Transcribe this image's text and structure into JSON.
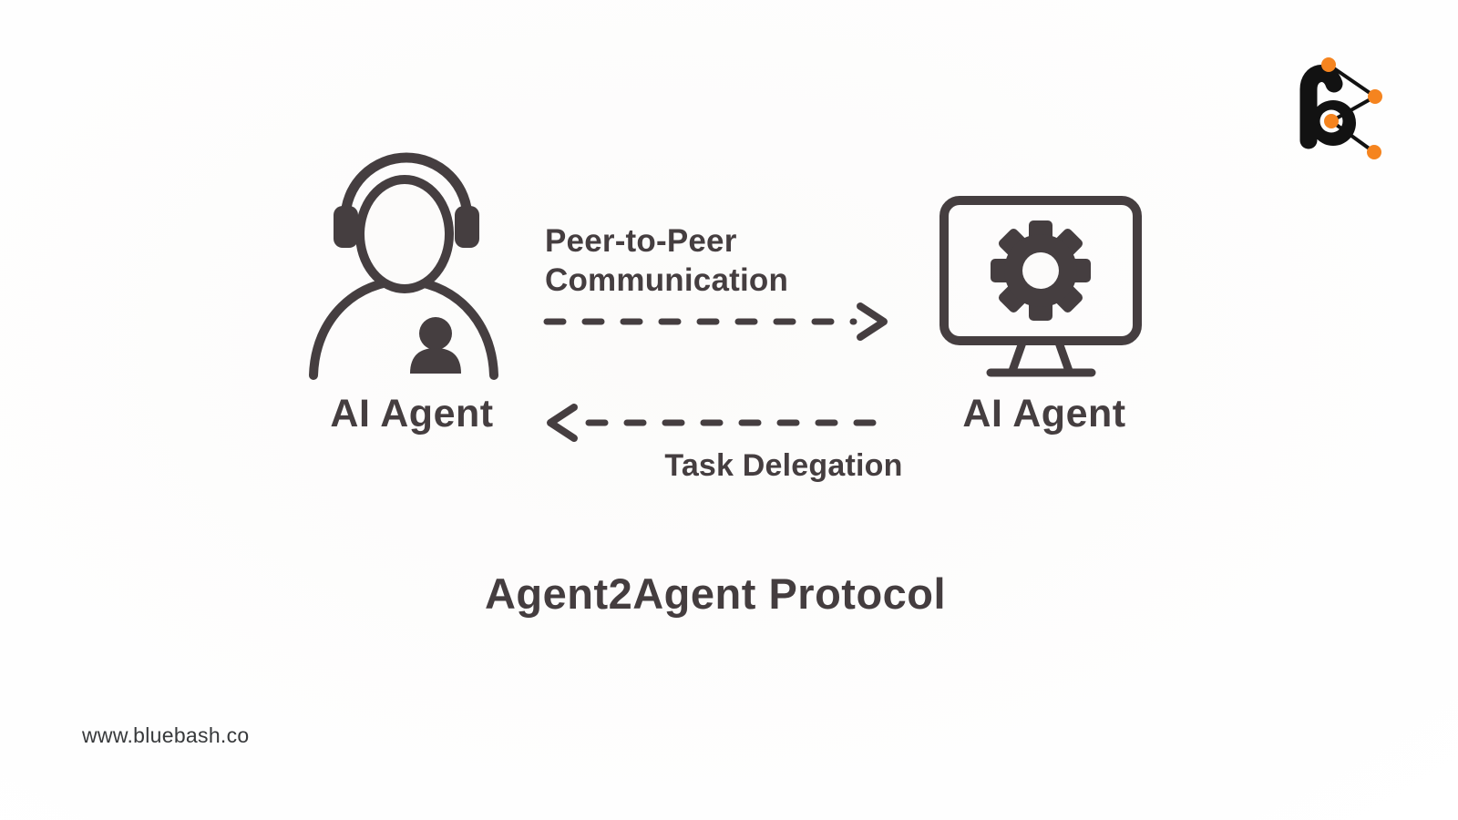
{
  "page": {
    "background_color": "#FCFBFA",
    "ink_color": "#453E40"
  },
  "header": {
    "logo": {
      "name": "bluebash-logo",
      "letter": "b",
      "black_color": "#121212",
      "orange_color": "#F5841F"
    }
  },
  "diagram": {
    "title": "Agent2Agent Protocol",
    "agents": [
      {
        "label": "AI Agent",
        "icon": "support-agent-headset-icon",
        "side": "left"
      },
      {
        "label": "AI Agent",
        "icon": "monitor-gear-icon",
        "side": "right"
      }
    ],
    "arrows": [
      {
        "label_lines": [
          "Peer-to-Peer",
          "Communication"
        ],
        "direction": "right",
        "style": "dashed"
      },
      {
        "label_lines": [
          "Task Delegation"
        ],
        "direction": "left",
        "style": "dashed"
      }
    ]
  },
  "footer": {
    "website": "www.bluebash.co"
  }
}
